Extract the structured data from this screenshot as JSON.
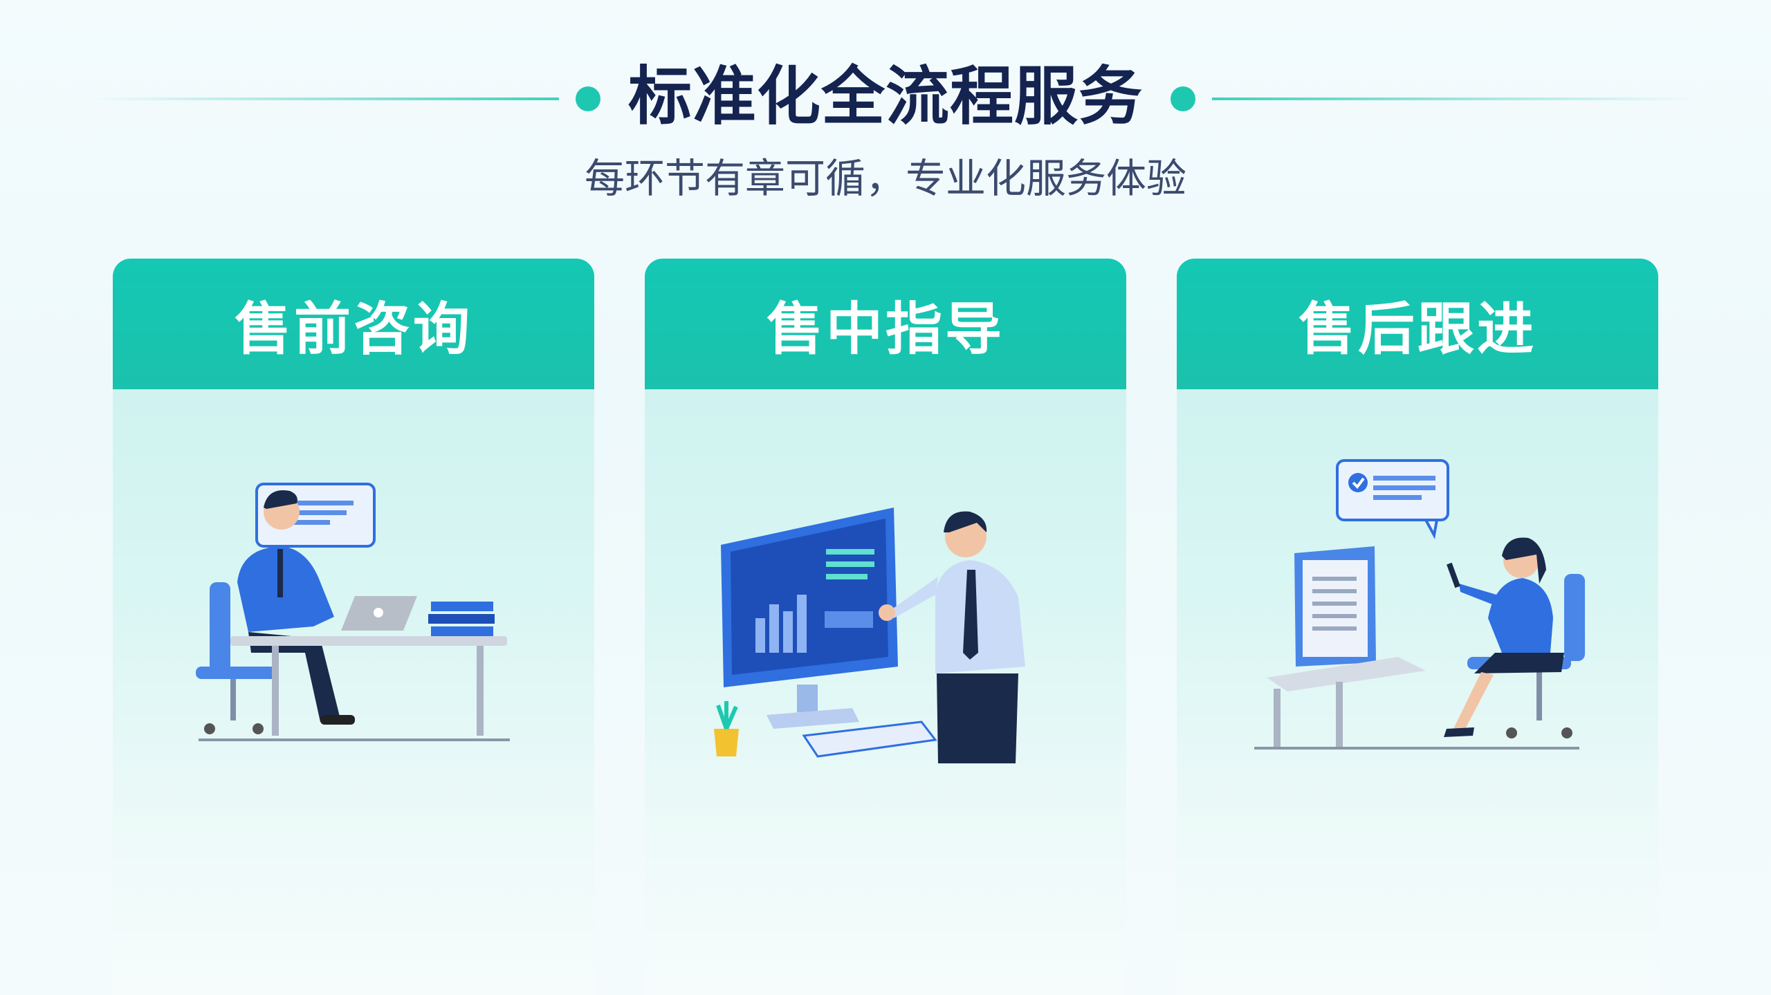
{
  "header": {
    "title": "标准化全流程服务",
    "subtitle": "每环节有章可循，专业化服务体验"
  },
  "colors": {
    "accent": "#1ec8b0",
    "title": "#14234f",
    "subtitle": "#3c4a6e",
    "figure_blue": "#2f6fe0"
  },
  "cards": [
    {
      "title": "售前咨询",
      "illustration": "consultant-at-laptop"
    },
    {
      "title": "售中指导",
      "illustration": "presenter-with-monitor-chart"
    },
    {
      "title": "售后跟进",
      "illustration": "woman-with-phone-and-document"
    }
  ]
}
